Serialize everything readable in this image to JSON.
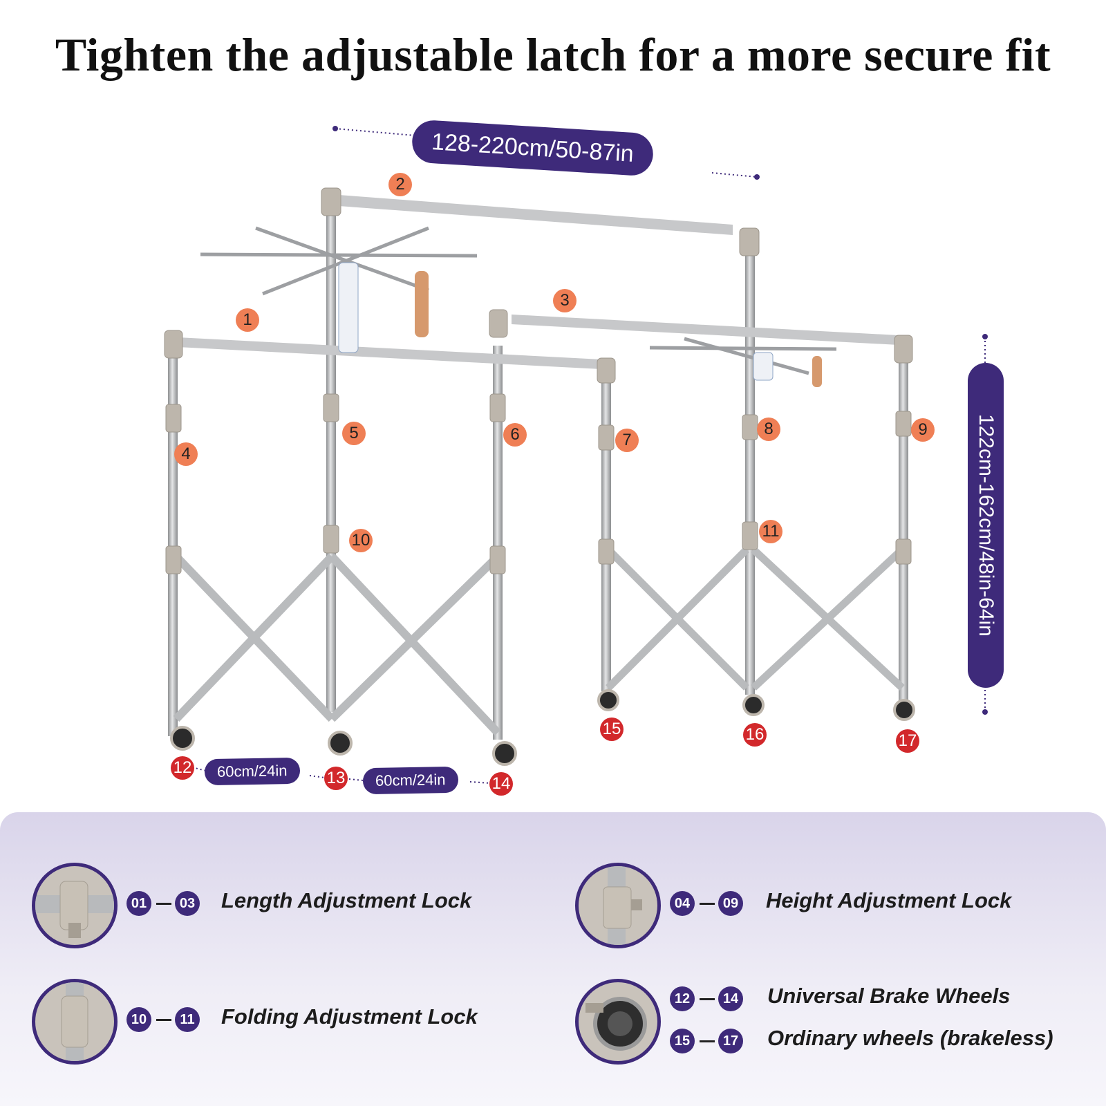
{
  "title": "Tighten the adjustable latch for a more secure fit",
  "dimensions": {
    "length": "128-220cm/50-87in",
    "height": "122cm-162cm/48in-64in",
    "spacing_a": "60cm/24in",
    "spacing_b": "60cm/24in"
  },
  "markers": {
    "m1": "1",
    "m2": "2",
    "m3": "3",
    "m4": "4",
    "m5": "5",
    "m6": "6",
    "m7": "7",
    "m8": "8",
    "m9": "9",
    "m10": "10",
    "m11": "11",
    "m12": "12",
    "m13": "13",
    "m14": "14",
    "m15": "15",
    "m16": "16",
    "m17": "17"
  },
  "legend": [
    {
      "from": "01",
      "to": "03",
      "label": "Length Adjustment Lock",
      "icon": "length-lock-icon"
    },
    {
      "from": "04",
      "to": "09",
      "label": "Height Adjustment Lock",
      "icon": "height-lock-icon"
    },
    {
      "from": "10",
      "to": "11",
      "label": "Folding Adjustment Lock",
      "icon": "folding-lock-icon"
    },
    {
      "from": "12",
      "to": "14",
      "label": "Universal Brake Wheels",
      "icon": "brake-wheel-icon"
    },
    {
      "from": "15",
      "to": "17",
      "label": "Ordinary wheels (brakeless)",
      "icon": "wheel-icon"
    }
  ],
  "colors": {
    "accent": "#3e2a7a",
    "marker_orange": "#ef7f55",
    "marker_red": "#d2282b",
    "frame_steel": "#a9abad",
    "joint_beige": "#bdb6ac"
  }
}
